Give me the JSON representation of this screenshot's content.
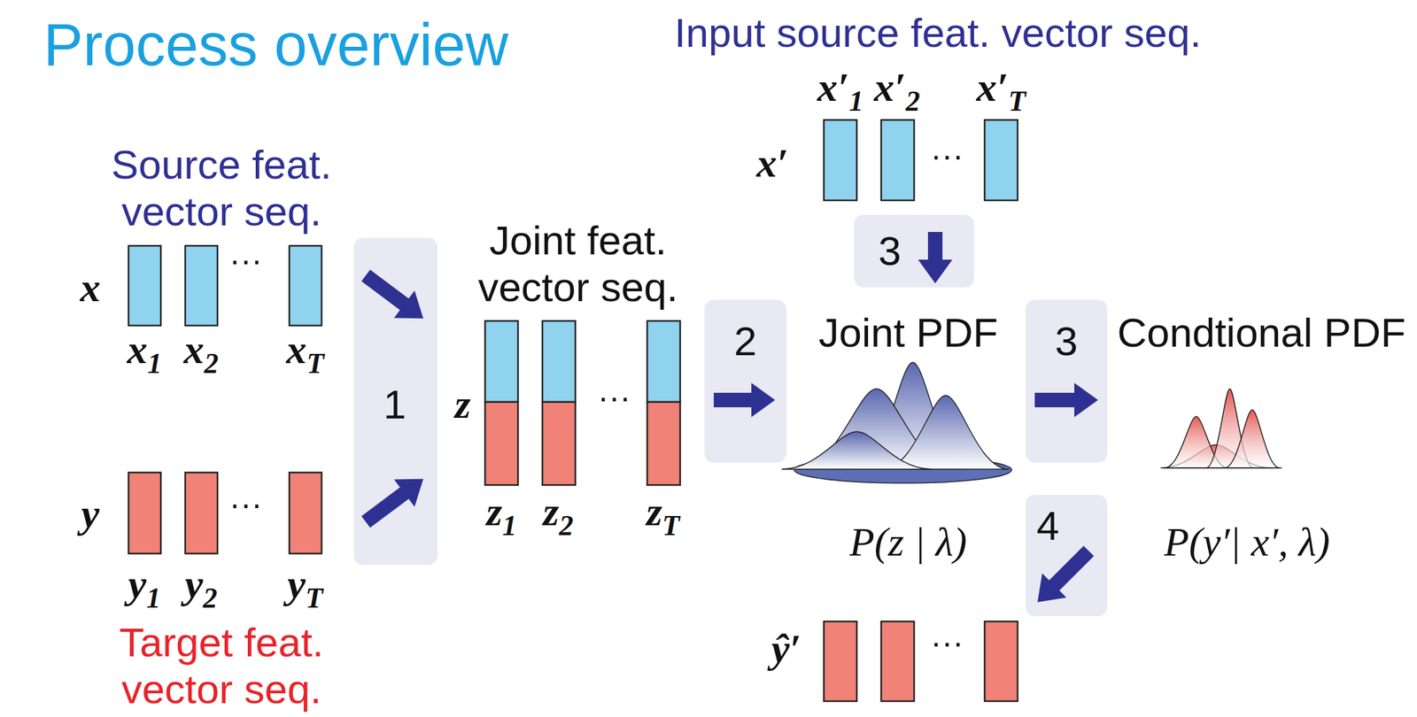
{
  "diagram": {
    "title": "Process overview",
    "nodes": [
      {
        "text": [
          "1"
        ]
      },
      {
        "text": [
          "2"
        ]
      },
      {
        "text": [
          "3"
        ]
      },
      {
        "text": [
          "3"
        ]
      },
      {
        "text": [
          "4"
        ]
      }
    ],
    "labels": [
      "Input source feat. vector seq.",
      "Source feat. vector seq.",
      "Target feat. vector seq.",
      "Joint feat. vector seq.",
      "Joint PDF",
      "Condtional PDF",
      "P(z | λ)",
      "P(y′| x′, λ)",
      "x",
      "x",
      "1",
      "x",
      "2",
      "x",
      "T",
      "y",
      "y",
      "1",
      "y",
      "2",
      "y",
      "T",
      "z",
      "z",
      "1",
      "z",
      "2",
      "z",
      "T",
      "x′",
      "x′",
      "1",
      "x′",
      "2",
      "x′",
      "T",
      "ŷ′",
      "···",
      "···",
      "···",
      "···",
      "···"
    ]
  }
}
